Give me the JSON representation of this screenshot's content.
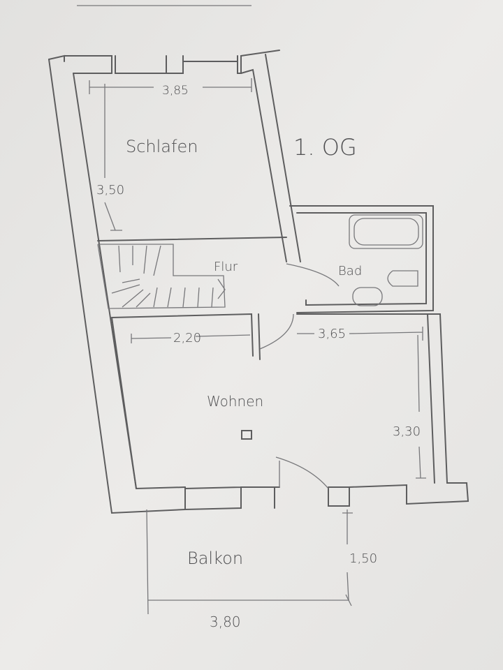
{
  "floor_label": "1. OG",
  "rooms": {
    "schlafen": "Schlafen",
    "flur": "Flur",
    "bad": "Bad",
    "wohnen": "Wohnen",
    "balkon": "Balkon"
  },
  "dimensions": {
    "schlafen_width": "3,85",
    "schlafen_depth": "3,50",
    "wohnen_left_width": "2,20",
    "wohnen_right_width": "3,65",
    "wohnen_depth": "3,30",
    "balkon_depth": "1,50",
    "balkon_width": "3,80"
  },
  "colors": {
    "paper": "#e9e8e6",
    "pencil": "#5d5d5e"
  }
}
